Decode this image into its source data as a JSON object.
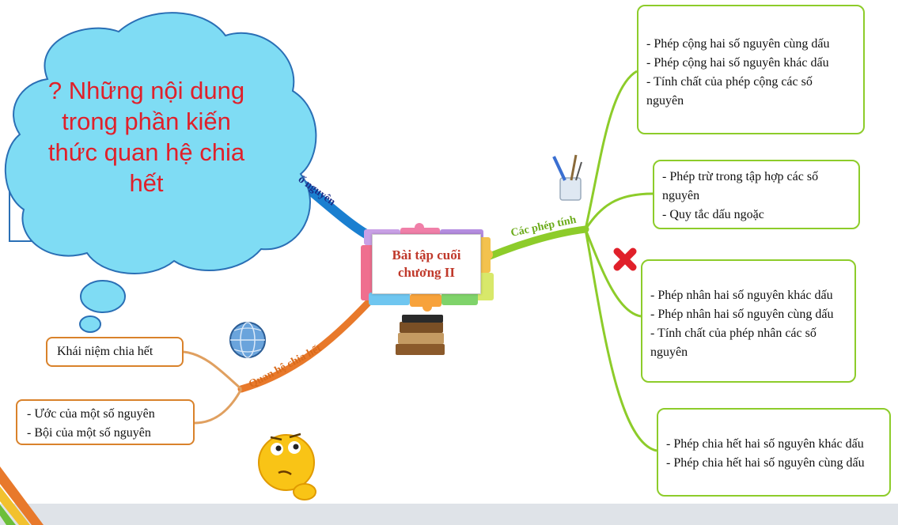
{
  "center": {
    "line1": "Bài tập cuối",
    "line2": "chương II"
  },
  "cloud": {
    "question": "? Những nội dung trong phần kiến thức quan hệ chia hết"
  },
  "branches": {
    "phep_tinh": "Các phép tính",
    "so_nguyen": "ố nguyên",
    "chia_het": "Quan hệ chia hết"
  },
  "boxes": {
    "cong": [
      "- Phép cộng hai số nguyên cùng dấu",
      "- Phép cộng hai số nguyên khác dấu",
      "- Tính chất của phép cộng các số",
      "nguyên"
    ],
    "tru": [
      "- Phép trừ trong tập hợp các số",
      "nguyên",
      "- Quy tắc dấu ngoặc"
    ],
    "nhan": [
      "- Phép nhân hai số nguyên khác dấu",
      "- Phép nhân hai số nguyên cùng dấu",
      "- Tính chất của phép nhân các số",
      "nguyên"
    ],
    "chia": [
      "- Phép chia hết hai số nguyên khác dấu",
      "- Phép chia hết hai số nguyên cùng dấu"
    ],
    "khai_niem": "Khái niệm chia hết",
    "uoc_boi": [
      "- Ước của một số nguyên",
      "- Bội của một số nguyên"
    ]
  },
  "colors": {
    "green": "#8dcc2a",
    "orange": "#e8792b",
    "blue": "#1a7fd0",
    "red": "#e0202a",
    "cloud": "#7fdcf4"
  },
  "icons": [
    "pencil-cup-icon",
    "red-x-icon",
    "globe-icon",
    "books-icon",
    "thinking-face-icon",
    "puzzle-frame-icon"
  ]
}
